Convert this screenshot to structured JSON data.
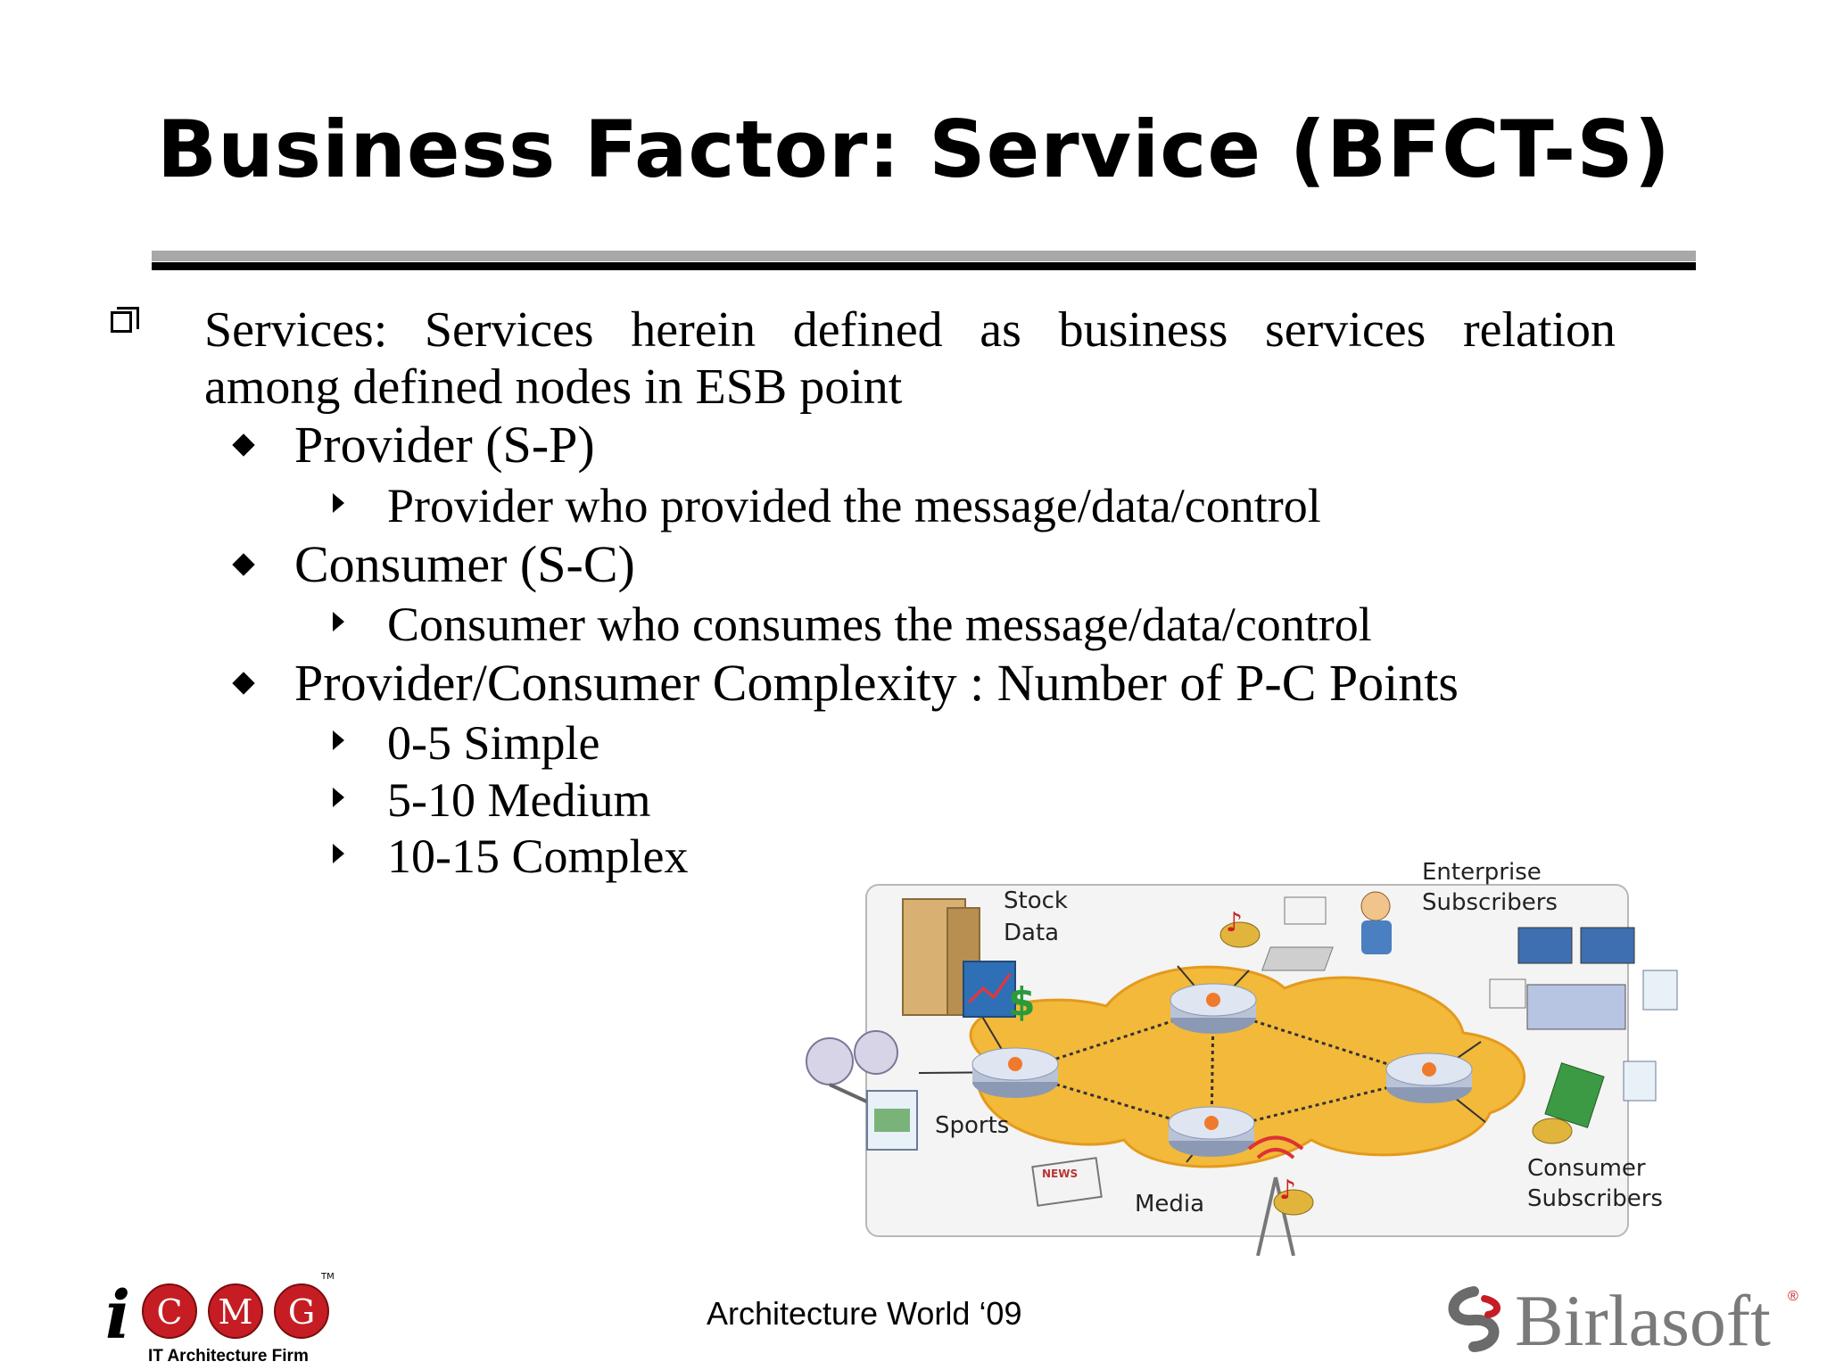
{
  "slide": {
    "title": "Business Factor: Service (BFCT-S)",
    "bullet1_line1": "Services: Services herein defined as business services relation",
    "bullet1_line2": "among  defined nodes in ESB point",
    "items": [
      {
        "label": "Provider (S-P)",
        "sub": [
          "Provider who provided the message/data/control"
        ]
      },
      {
        "label": "Consumer (S-C)",
        "sub": [
          "Consumer who consumes the message/data/control"
        ]
      },
      {
        "label": "Provider/Consumer Complexity : Number of P-C Points",
        "sub": [
          "0-5 Simple",
          "5-10 Medium",
          "10-15 Complex"
        ]
      }
    ]
  },
  "diagram": {
    "labels": {
      "stock_line1": "Stock",
      "stock_line2": "Data",
      "enterprise_line1": "Enterprise",
      "enterprise_line2": "Subscribers",
      "sports": "Sports",
      "media": "Media",
      "consumer_line1": "Consumer",
      "consumer_line2": "Subscribers",
      "news": "NEWS"
    },
    "colors": {
      "cloud": "#f3b93a",
      "router": "#c9d3e6",
      "router_accent": "#ef7a2c"
    }
  },
  "footer": {
    "event": "Architecture World ‘09",
    "left_logo_letters": [
      "i",
      "C",
      "M",
      "G"
    ],
    "left_logo_tm": "TM",
    "left_logo_subtitle": "IT Architecture Firm",
    "right_logo": "Birlasoft",
    "right_logo_mark": "®"
  }
}
